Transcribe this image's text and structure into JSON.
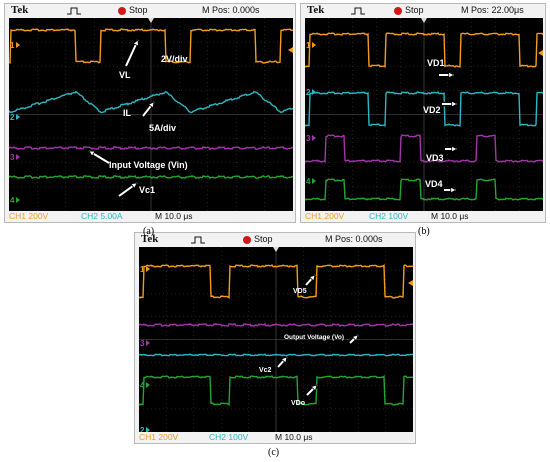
{
  "colors": {
    "ch1": "#f39c1c",
    "ch2": "#2bb7c4",
    "ch3": "#a236a8",
    "ch4": "#22a632",
    "grid": "#3a3a3a",
    "bg": "#000000",
    "label": "#ffffff"
  },
  "scopes": [
    {
      "caption": "(a)",
      "brand": "Tek",
      "status": "Stop",
      "mpos": "M Pos: 0.000s",
      "footer": {
        "ch1": "CH1  200V",
        "ch2": "CH2  5.00A",
        "time": "M 10.0 μs"
      },
      "markers": {
        "m1": "1",
        "m2": "2",
        "m3": "3",
        "m4": "4"
      },
      "annotations": {
        "vl": "VL",
        "scale1": "2V/div",
        "il": "IL",
        "scale2": "5A/div",
        "vin": "Input Voltage (Vin)",
        "vc1": "Vc1"
      }
    },
    {
      "caption": "(b)",
      "brand": "Tek",
      "status": "Stop",
      "mpos": "M Pos: 22.00μs",
      "footer": {
        "ch1": "CH1  200V",
        "ch2": "CH2  100V",
        "time": "M 10.0 μs"
      },
      "markers": {
        "m1": "1",
        "m2": "2",
        "m3": "3",
        "m4": "4"
      },
      "annotations": {
        "vd1": "VD1",
        "vd2": "VD2",
        "vd3": "VD3",
        "vd4": "VD4"
      }
    },
    {
      "caption": "(c)",
      "brand": "Tek",
      "status": "Stop",
      "mpos": "M Pos: 0.000s",
      "footer": {
        "ch1": "CH1  200V",
        "ch2": "CH2  100V",
        "time": "M 10.0 μs"
      },
      "markers": {
        "m1": "1",
        "m2": "2",
        "m3": "3",
        "m4": "4"
      },
      "annotations": {
        "vd5": "VD5",
        "vo": "Output Voltage (Vo)",
        "vc2": "Vc2",
        "vdo": "VDo"
      }
    }
  ],
  "chart_data": [
    {
      "type": "line",
      "time_per_div_us": 10,
      "series": [
        {
          "name": "VL",
          "kind": "square",
          "period_div": 3.17,
          "duty": 0.72,
          "phase_div": 0.06
        },
        {
          "name": "IL",
          "kind": "sawtooth",
          "period_div": 3.17,
          "rise_fraction": 0.72,
          "phase_div": 0.06
        },
        {
          "name": "Input Voltage (Vin)",
          "kind": "dc"
        },
        {
          "name": "Vc1",
          "kind": "dc"
        }
      ]
    },
    {
      "type": "line",
      "time_per_div_us": 10,
      "series": [
        {
          "name": "VD1",
          "kind": "square",
          "period_div": 3.17,
          "duty": 0.78,
          "phase_div": 0.2
        },
        {
          "name": "VD2",
          "kind": "square",
          "period_div": 3.17,
          "duty": 0.78,
          "phase_div": 0.2
        },
        {
          "name": "VD3",
          "kind": "square",
          "period_div": 3.17,
          "duty": 0.26,
          "phase_div": 0.85
        },
        {
          "name": "VD4",
          "kind": "square",
          "period_div": 3.17,
          "duty": 0.26,
          "phase_div": 0.85
        }
      ]
    },
    {
      "type": "line",
      "time_per_div_us": 10,
      "series": [
        {
          "name": "VD5",
          "kind": "square",
          "period_div": 3.17,
          "duty": 0.78,
          "phase_div": 0.15
        },
        {
          "name": "Output Voltage (Vo)",
          "kind": "dc"
        },
        {
          "name": "Vc2",
          "kind": "dc"
        },
        {
          "name": "VDo",
          "kind": "square",
          "period_div": 3.17,
          "duty": 0.78,
          "phase_div": 0.15
        }
      ]
    }
  ]
}
